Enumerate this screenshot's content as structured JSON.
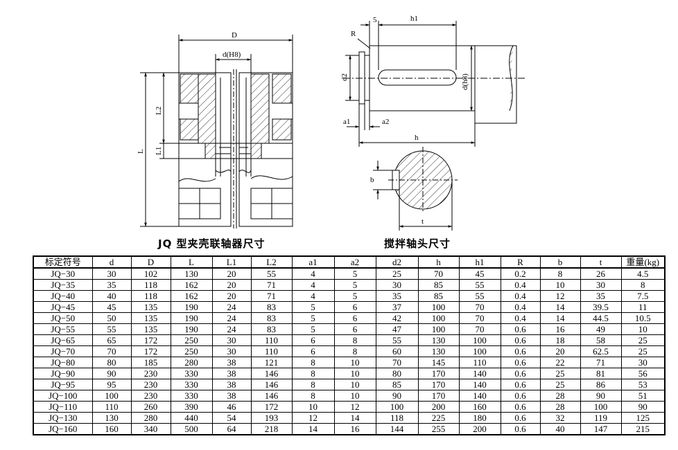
{
  "drawing_left": {
    "caption": "JQ 型夹壳联轴器尺寸",
    "labels": {
      "D": "D",
      "dH8": "d(H8)",
      "L2": "L2",
      "L": "L",
      "L1": "L1"
    }
  },
  "drawing_right": {
    "caption": "搅拌轴头尺寸",
    "labels": {
      "R": "R",
      "five": "5",
      "h1": "h1",
      "d2": "d2",
      "dh8": "d(h8)",
      "a1": "a1",
      "a2": "a2",
      "h": "h",
      "b": "b",
      "t": "t"
    }
  },
  "table": {
    "headers": [
      "标定符号",
      "d",
      "D",
      "L",
      "L1",
      "L2",
      "a1",
      "a2",
      "d2",
      "h",
      "h1",
      "R",
      "b",
      "t",
      "重量(kg)"
    ],
    "rows": [
      [
        "JQ−30",
        "30",
        "102",
        "130",
        "20",
        "55",
        "4",
        "5",
        "25",
        "70",
        "45",
        "0.2",
        "8",
        "26",
        "4.5"
      ],
      [
        "JQ−35",
        "35",
        "118",
        "162",
        "20",
        "71",
        "4",
        "5",
        "30",
        "85",
        "55",
        "0.4",
        "10",
        "30",
        "8"
      ],
      [
        "JQ−40",
        "40",
        "118",
        "162",
        "20",
        "71",
        "4",
        "5",
        "35",
        "85",
        "55",
        "0.4",
        "12",
        "35",
        "7.5"
      ],
      [
        "JQ−45",
        "45",
        "135",
        "190",
        "24",
        "83",
        "5",
        "6",
        "37",
        "100",
        "70",
        "0.4",
        "14",
        "39.5",
        "11"
      ],
      [
        "JQ−50",
        "50",
        "135",
        "190",
        "24",
        "83",
        "5",
        "6",
        "42",
        "100",
        "70",
        "0.4",
        "14",
        "44.5",
        "10.5"
      ],
      [
        "JQ−55",
        "55",
        "135",
        "190",
        "24",
        "83",
        "5",
        "6",
        "47",
        "100",
        "70",
        "0.6",
        "16",
        "49",
        "10"
      ],
      [
        "JQ−65",
        "65",
        "172",
        "250",
        "30",
        "110",
        "6",
        "8",
        "55",
        "130",
        "100",
        "0.6",
        "18",
        "58",
        "25"
      ],
      [
        "JQ−70",
        "70",
        "172",
        "250",
        "30",
        "110",
        "6",
        "8",
        "60",
        "130",
        "100",
        "0.6",
        "20",
        "62.5",
        "25"
      ],
      [
        "JQ−80",
        "80",
        "185",
        "280",
        "38",
        "121",
        "8",
        "10",
        "70",
        "145",
        "110",
        "0.6",
        "22",
        "71",
        "30"
      ],
      [
        "JQ−90",
        "90",
        "230",
        "330",
        "38",
        "146",
        "8",
        "10",
        "80",
        "170",
        "140",
        "0.6",
        "25",
        "81",
        "56"
      ],
      [
        "JQ−95",
        "95",
        "230",
        "330",
        "38",
        "146",
        "8",
        "10",
        "85",
        "170",
        "140",
        "0.6",
        "25",
        "86",
        "53"
      ],
      [
        "JQ−100",
        "100",
        "230",
        "330",
        "38",
        "146",
        "8",
        "10",
        "90",
        "170",
        "140",
        "0.6",
        "28",
        "90",
        "51"
      ],
      [
        "JQ−110",
        "110",
        "260",
        "390",
        "46",
        "172",
        "10",
        "12",
        "100",
        "200",
        "160",
        "0.6",
        "28",
        "100",
        "90"
      ],
      [
        "JQ−130",
        "130",
        "280",
        "440",
        "54",
        "193",
        "12",
        "14",
        "118",
        "225",
        "180",
        "0.6",
        "32",
        "119",
        "125"
      ],
      [
        "JQ−160",
        "160",
        "340",
        "500",
        "64",
        "218",
        "14",
        "16",
        "144",
        "255",
        "200",
        "0.6",
        "40",
        "147",
        "215"
      ]
    ]
  }
}
